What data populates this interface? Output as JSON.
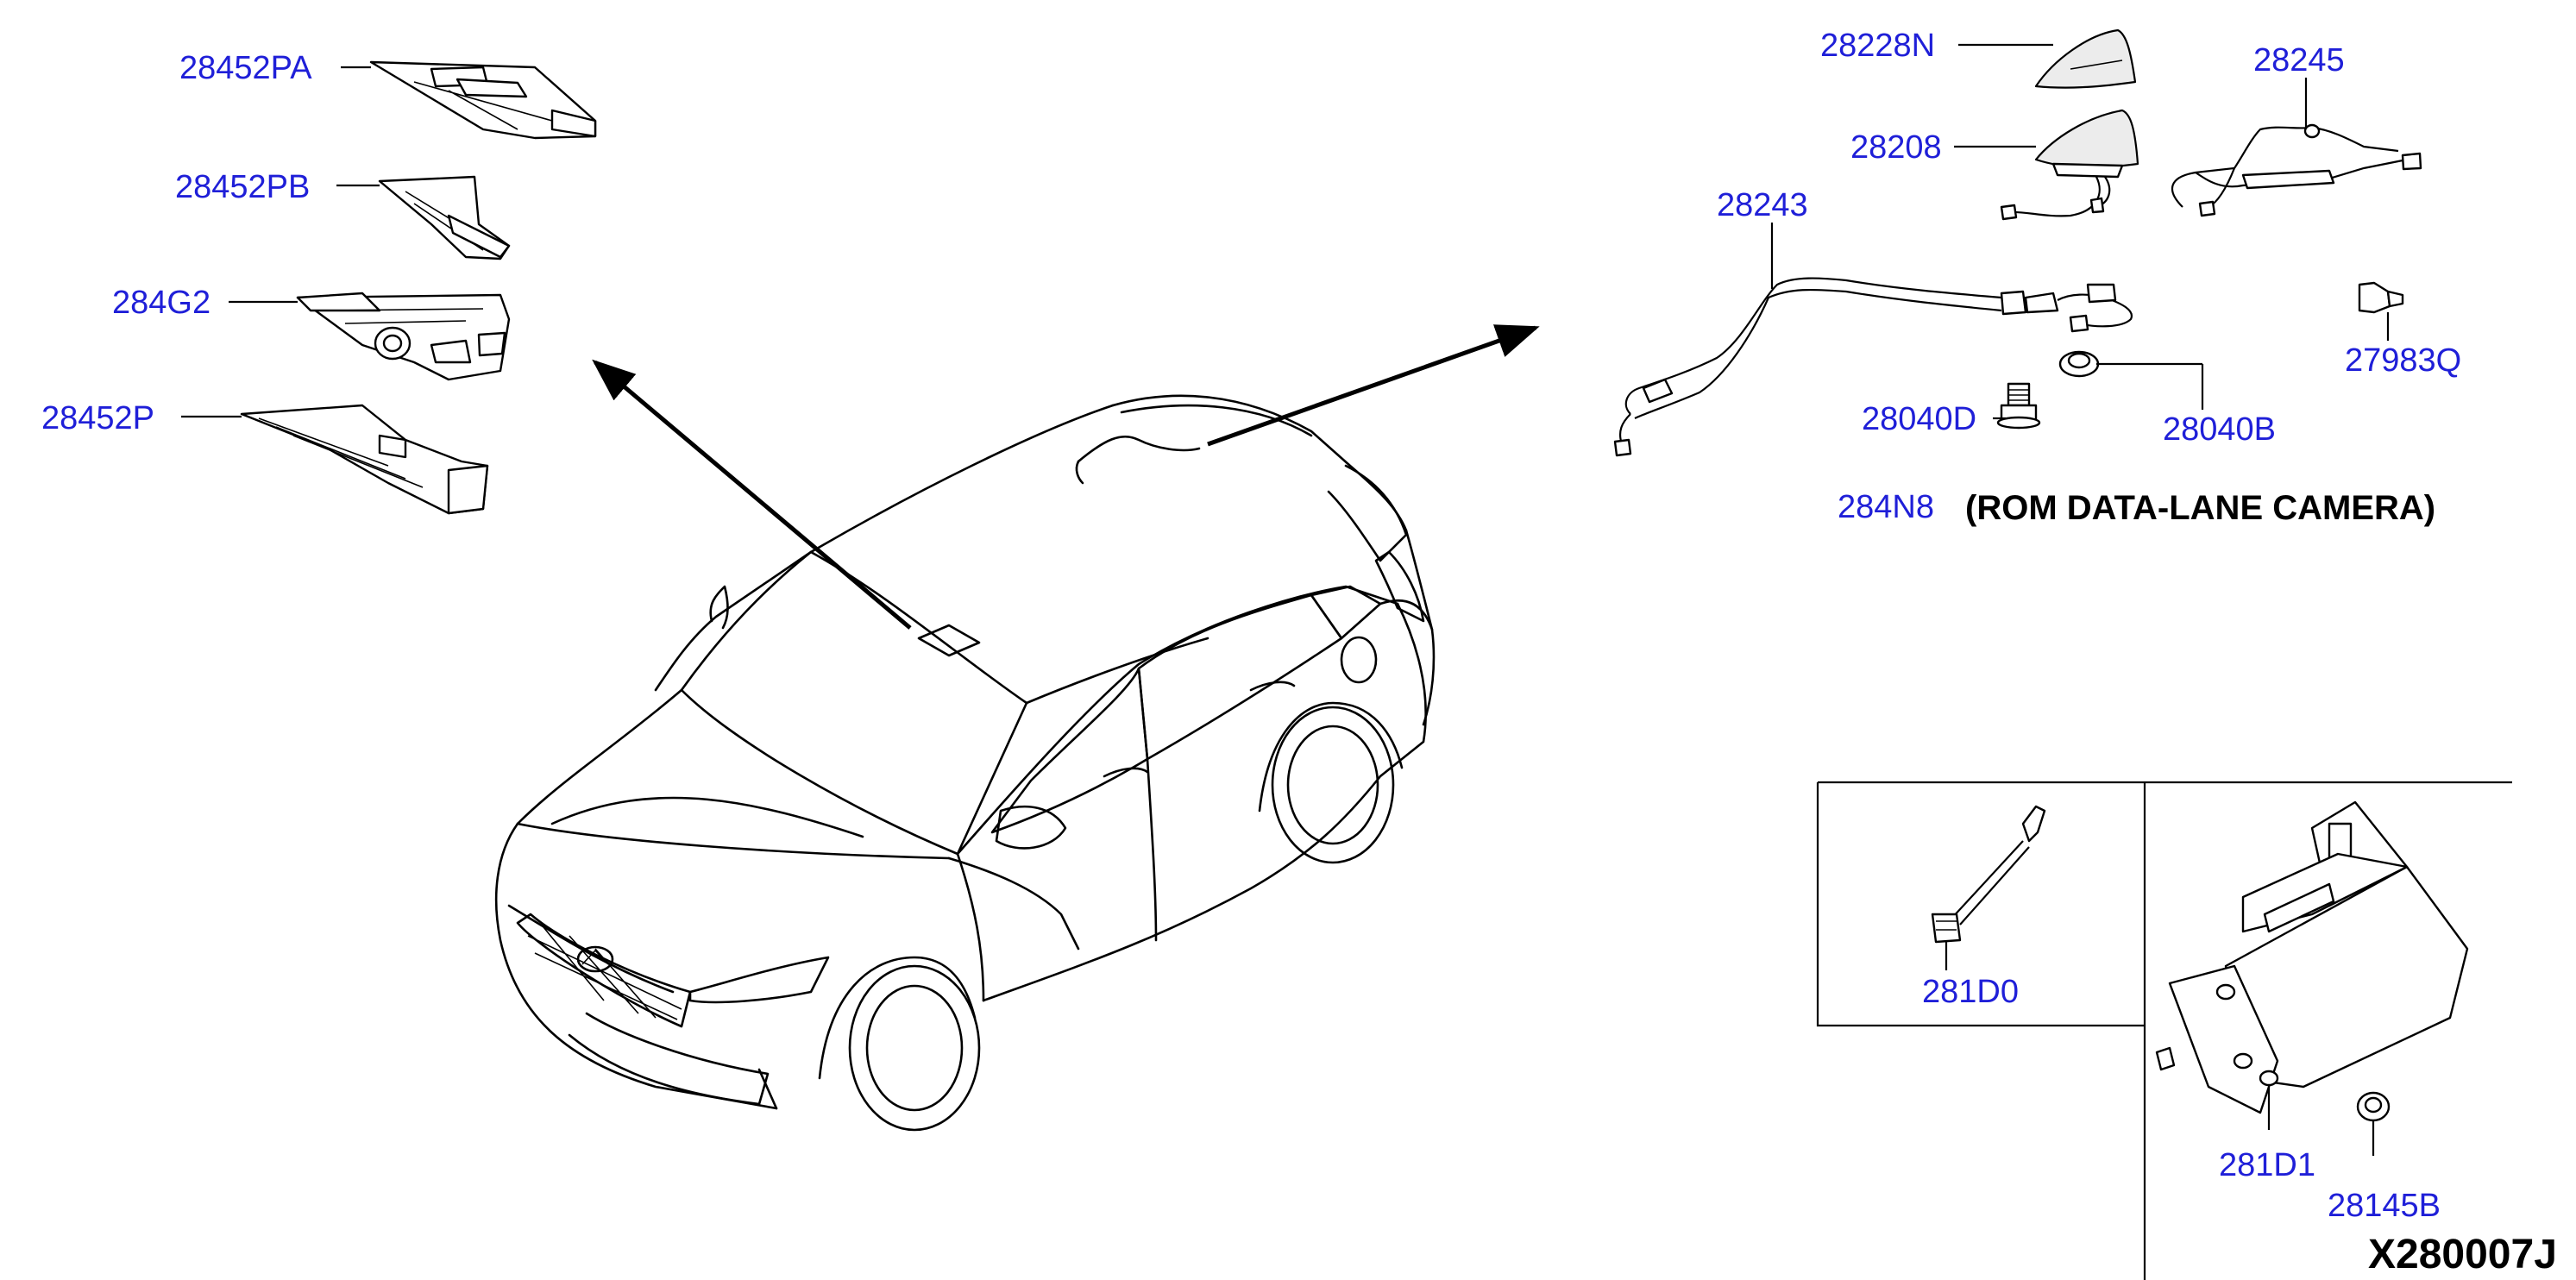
{
  "diagram_code": "X280007J",
  "note": {
    "part_number": "284N8",
    "description": "(ROM DATA-LANE CAMERA)"
  },
  "parts": [
    {
      "key": "28452PA",
      "label": "28452PA"
    },
    {
      "key": "28452PB",
      "label": "28452PB"
    },
    {
      "key": "284G2",
      "label": "284G2"
    },
    {
      "key": "28452P",
      "label": "28452P"
    },
    {
      "key": "28228N",
      "label": "28228N"
    },
    {
      "key": "28208",
      "label": "28208"
    },
    {
      "key": "28245",
      "label": "28245"
    },
    {
      "key": "28243",
      "label": "28243"
    },
    {
      "key": "27983Q",
      "label": "27983Q"
    },
    {
      "key": "28040D",
      "label": "28040D"
    },
    {
      "key": "28040B",
      "label": "28040B"
    },
    {
      "key": "281D0",
      "label": "281D0"
    },
    {
      "key": "281D1",
      "label": "281D1"
    },
    {
      "key": "28145B",
      "label": "28145B"
    }
  ],
  "colors": {
    "label": "#1f1fd8",
    "line": "#000000",
    "background": "#ffffff"
  }
}
